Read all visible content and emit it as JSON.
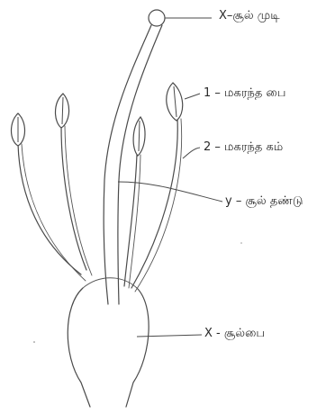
{
  "labels": {
    "stigma": "X–சூல் முடி",
    "anther": "1 – மகரந்த பை",
    "filament": "2 – மகரந்த கம்",
    "style": "y – சூல் தண்டு",
    "ovary": "X - சூல்பை"
  }
}
